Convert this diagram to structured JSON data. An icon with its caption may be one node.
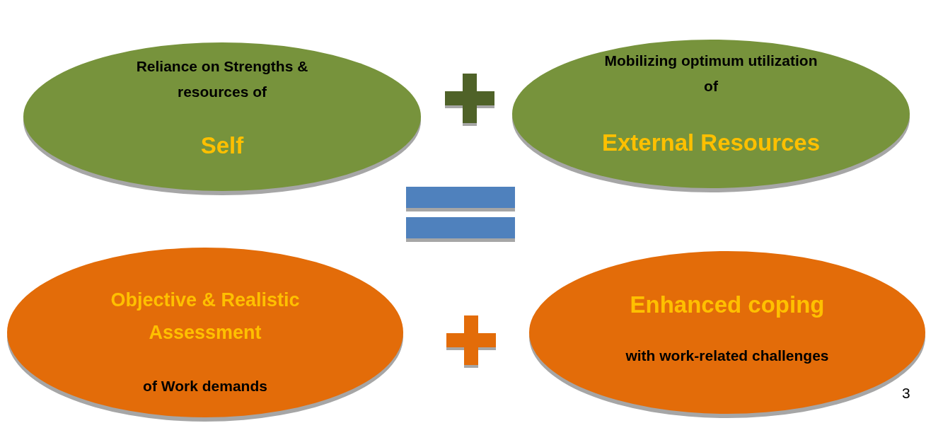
{
  "diagram": {
    "nodes": [
      {
        "text": [
          "Reliance on Strengths & resources of",
          "Self"
        ]
      },
      {
        "text": [
          "Mobilizing optimum utilization of",
          "External Resources"
        ]
      },
      {
        "text": [
          "Objective & Realistic Assessment",
          "of Work demands"
        ]
      },
      {
        "text": [
          "Enhanced coping",
          "with work-related challenges"
        ]
      }
    ],
    "edges": [],
    "labels": [
      "3"
    ]
  }
}
